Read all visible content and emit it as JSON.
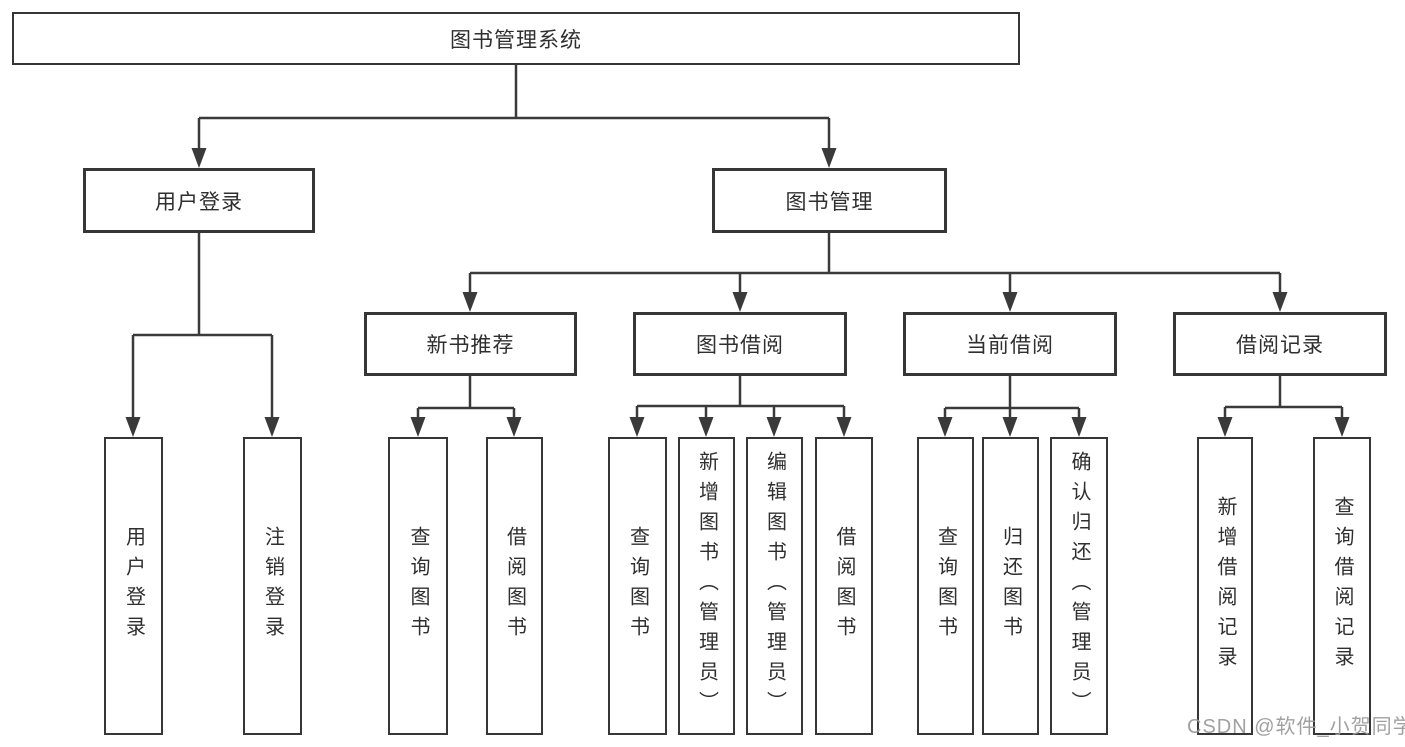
{
  "nodes": {
    "root": "图书管理系统",
    "user_login": "用户登录",
    "book_mgmt": "图书管理",
    "new_book_rec": "新书推荐",
    "book_borrow": "图书借阅",
    "current_borrow": "当前借阅",
    "borrow_record": "借阅记录",
    "leaf_user_login": "用户登录",
    "leaf_logout": "注销登录",
    "leaf_nbr_query_book": "查询图书",
    "leaf_nbr_borrow_book": "借阅图书",
    "leaf_bb_query_book": "查询图书",
    "leaf_bb_add_book": "新增图书（管理员）",
    "leaf_bb_edit_book": "编辑图书（管理员）",
    "leaf_bb_borrow_book": "借阅图书",
    "leaf_cb_query_book": "查询图书",
    "leaf_cb_return_book": "归还图书",
    "leaf_cb_confirm_return": "确认归还（管理员）",
    "leaf_br_add_record": "新增借阅记录",
    "leaf_br_query_record": "查询借阅记录"
  },
  "watermark": "CSDN @软件_小贺同学",
  "colors": {
    "line": "#3a3a3a",
    "box_border": "#363636",
    "text": "#2f2f2f",
    "watermark": "#9c9c9c",
    "background": "#ffffff"
  }
}
